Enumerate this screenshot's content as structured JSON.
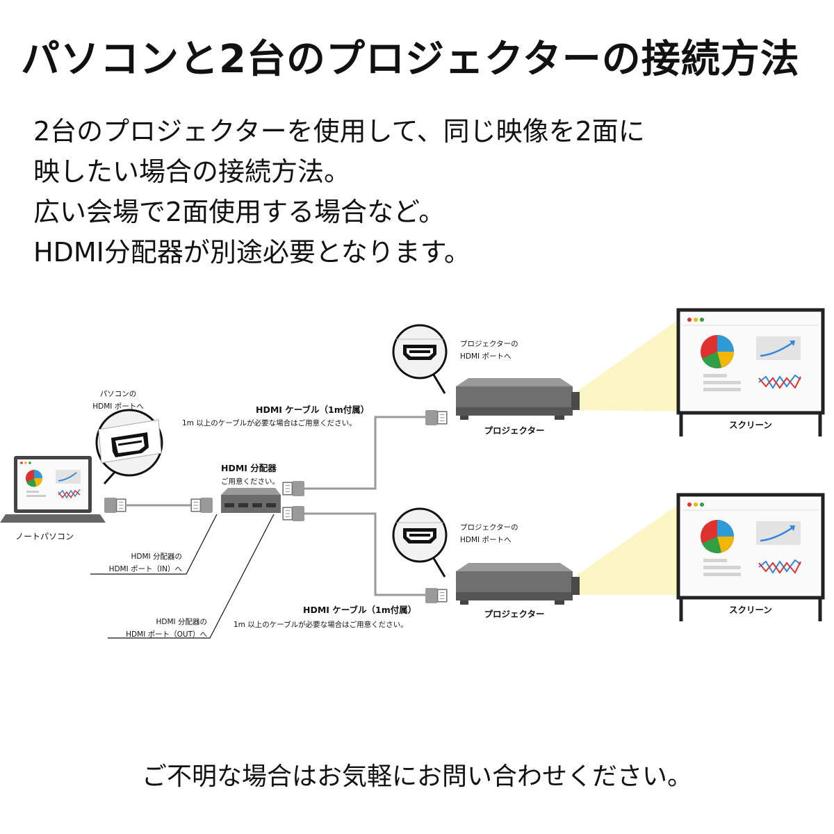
{
  "title": "パソコンと2台のプロジェクターの接続方法",
  "description": [
    "2台のプロジェクターを使用して、同じ映像を2面に",
    "映したい場合の接続方法。",
    "広い会場で2面使用する場合など。",
    "HDMI分配器が別途必要となります。"
  ],
  "footer": "ご不明な場合はお気軽にお問い合わせください。",
  "laptop": {
    "label": "ノートパソコン",
    "port_callout": [
      "パソコンの",
      "HDMI ポートへ"
    ]
  },
  "splitter": {
    "title": "HDMI 分配器",
    "note": "ご用意ください。",
    "in_port": [
      "HDMI 分配器の",
      "HDMI ポート（IN）へ"
    ],
    "out_port": [
      "HDMI 分配器の",
      "HDMI ポート（OUT）へ"
    ]
  },
  "cables": [
    {
      "title": "HDMI ケーブル（1m付属）",
      "note": "1m 以上のケーブルが必要な場合はご用意ください。"
    },
    {
      "title": "HDMI ケーブル（1m付属）",
      "note": "1m 以上のケーブルが必要な場合はご用意ください。"
    }
  ],
  "projectors": [
    {
      "label": "プロジェクター",
      "port_callout": [
        "プロジェクターの",
        "HDMI ポートへ"
      ]
    },
    {
      "label": "プロジェクター",
      "port_callout": [
        "プロジェクターの",
        "HDMI ポートへ"
      ]
    }
  ],
  "screens": [
    {
      "label": "スクリーン"
    },
    {
      "label": "スクリーン"
    }
  ],
  "colors": {
    "device_gray": "#777777",
    "device_dark": "#555555",
    "cable_gray": "#9a9a9a",
    "beam_yellow": "#fbf6c4",
    "screen_frame": "#222222",
    "pie": [
      "#2e9bd6",
      "#f2b705",
      "#2f9e44",
      "#e03131"
    ],
    "trend_blue": "#2e86de",
    "trend_red": "#e03131"
  },
  "icons": [
    "hdmi-port-icon",
    "laptop-icon",
    "projector-icon",
    "screen-icon",
    "hdmi-plug-icon",
    "pie-chart-icon",
    "trend-arrow-icon"
  ]
}
